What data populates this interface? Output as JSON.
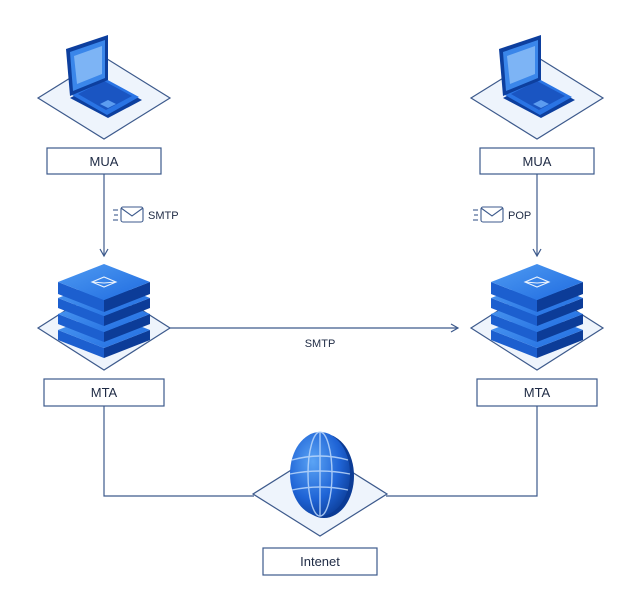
{
  "left": {
    "client_label": "MUA",
    "client_protocol": "SMTP",
    "server_label": "MTA"
  },
  "right": {
    "client_label": "MUA",
    "client_protocol": "POP",
    "server_label": "MTA"
  },
  "link_protocol": "SMTP",
  "internet_label": "Intenet",
  "icons": {
    "client": "laptop-icon",
    "server": "mail-server-icon",
    "protocol": "envelope-icon",
    "network": "globe-icon"
  },
  "colors": {
    "accent": "#1a5fd6",
    "accent_dark": "#0d3f9e",
    "accent_light": "#3a86ea",
    "line": "#3d5a8c",
    "platform_fill": "#eef4fc"
  }
}
